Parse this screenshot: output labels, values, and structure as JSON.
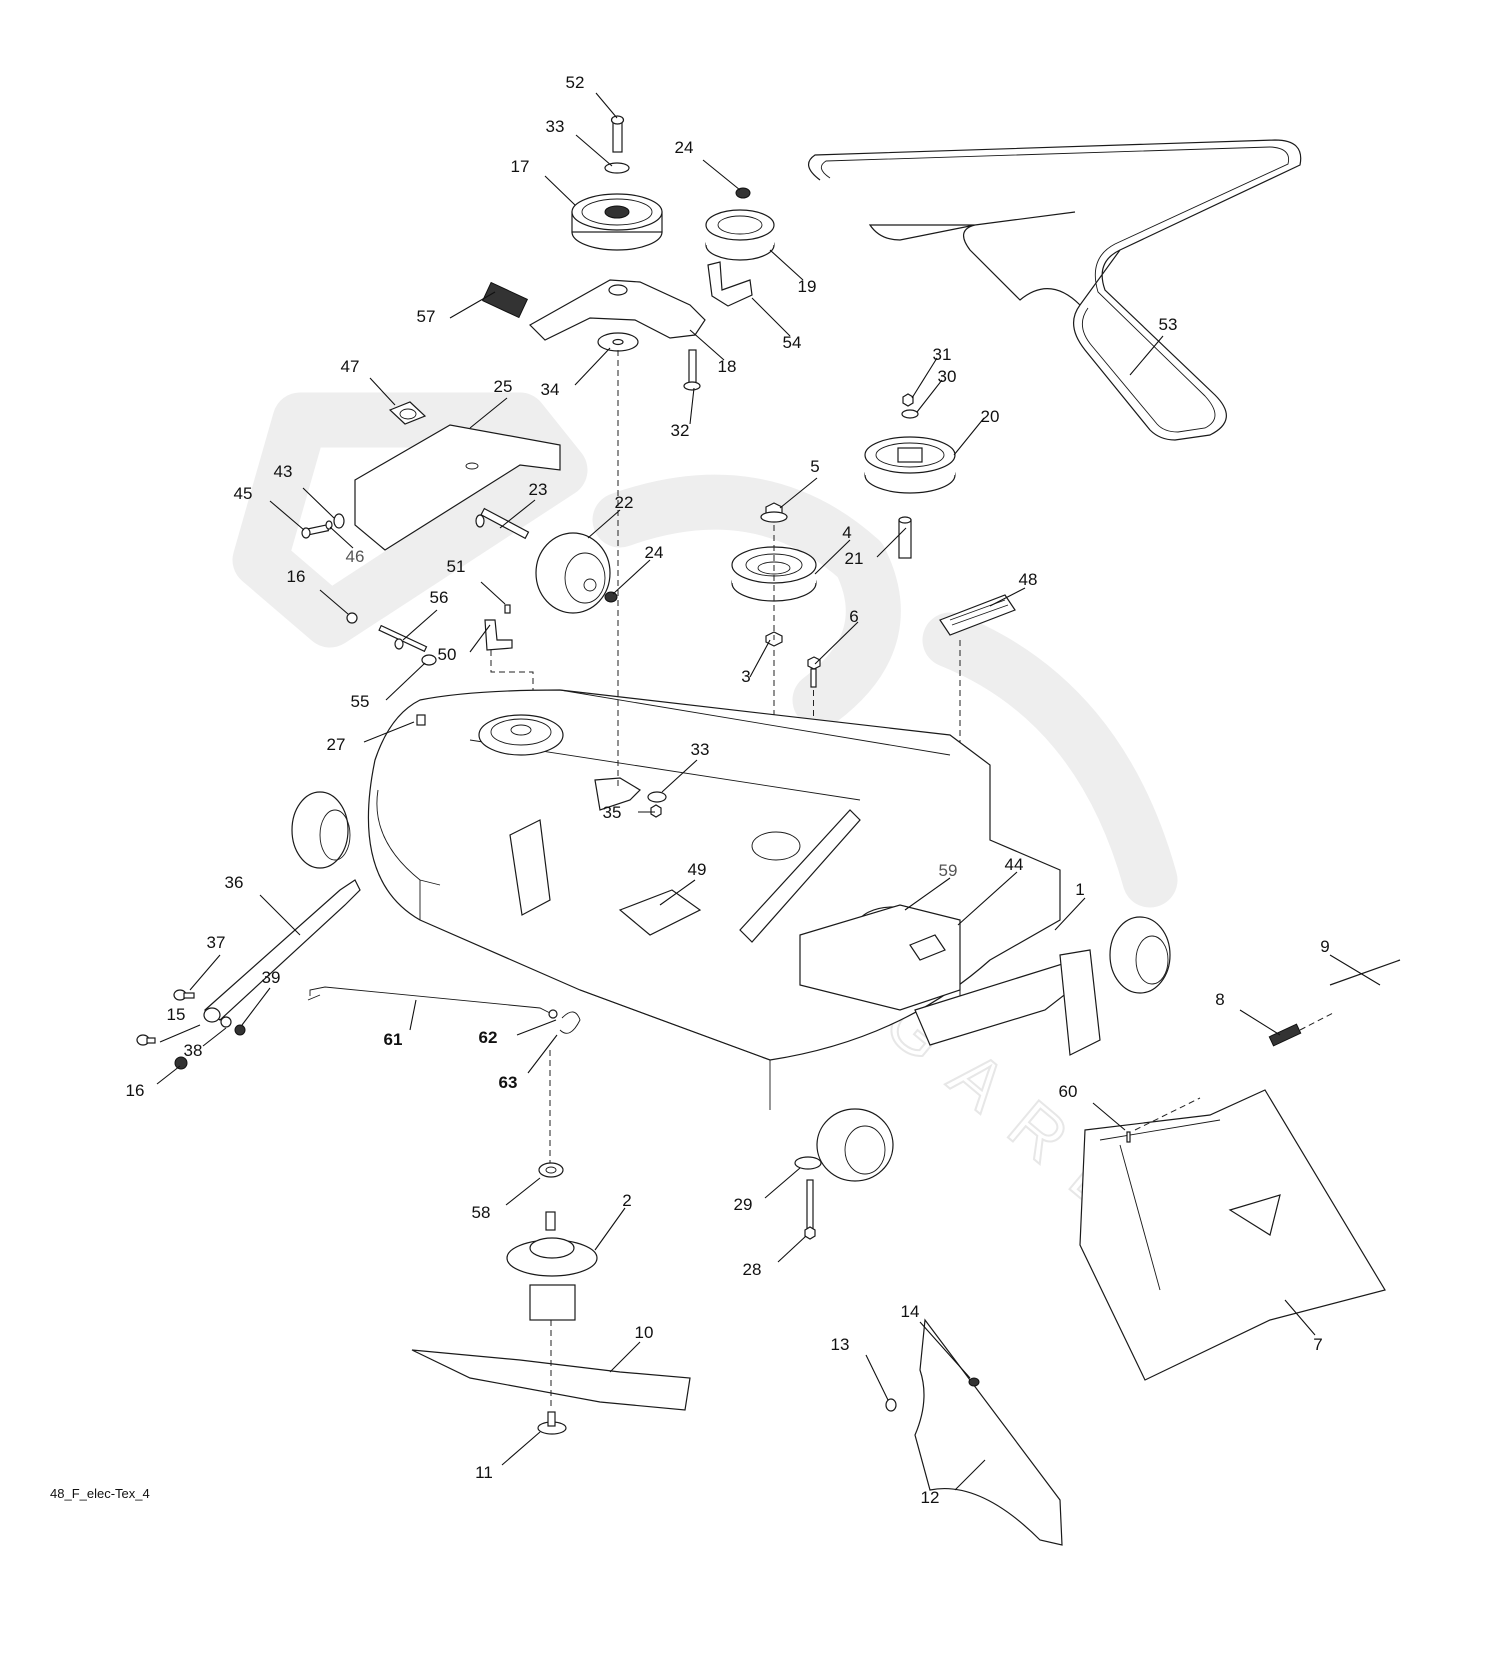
{
  "diagram": {
    "type": "exploded-parts-diagram",
    "subject": "mower deck assembly",
    "footer_code": "48_F_elec-Tex_4",
    "watermark_text": "GARDEN",
    "callouts": [
      {
        "id": "c1",
        "label": "1"
      },
      {
        "id": "c2",
        "label": "2"
      },
      {
        "id": "c3",
        "label": "3"
      },
      {
        "id": "c4",
        "label": "4"
      },
      {
        "id": "c5",
        "label": "5"
      },
      {
        "id": "c6",
        "label": "6"
      },
      {
        "id": "c7",
        "label": "7"
      },
      {
        "id": "c8",
        "label": "8"
      },
      {
        "id": "c9",
        "label": "9"
      },
      {
        "id": "c10",
        "label": "10"
      },
      {
        "id": "c11",
        "label": "11"
      },
      {
        "id": "c12",
        "label": "12"
      },
      {
        "id": "c13",
        "label": "13"
      },
      {
        "id": "c14",
        "label": "14"
      },
      {
        "id": "c15",
        "label": "15"
      },
      {
        "id": "c16a",
        "label": "16"
      },
      {
        "id": "c16b",
        "label": "16"
      },
      {
        "id": "c17",
        "label": "17"
      },
      {
        "id": "c18",
        "label": "18"
      },
      {
        "id": "c19",
        "label": "19"
      },
      {
        "id": "c20",
        "label": "20"
      },
      {
        "id": "c21",
        "label": "21"
      },
      {
        "id": "c22",
        "label": "22"
      },
      {
        "id": "c23",
        "label": "23"
      },
      {
        "id": "c24a",
        "label": "24"
      },
      {
        "id": "c24b",
        "label": "24"
      },
      {
        "id": "c25",
        "label": "25"
      },
      {
        "id": "c27",
        "label": "27"
      },
      {
        "id": "c28",
        "label": "28"
      },
      {
        "id": "c29",
        "label": "29"
      },
      {
        "id": "c30",
        "label": "30"
      },
      {
        "id": "c31",
        "label": "31"
      },
      {
        "id": "c32",
        "label": "32"
      },
      {
        "id": "c33a",
        "label": "33"
      },
      {
        "id": "c33b",
        "label": "33"
      },
      {
        "id": "c34",
        "label": "34"
      },
      {
        "id": "c35",
        "label": "35"
      },
      {
        "id": "c36",
        "label": "36"
      },
      {
        "id": "c37",
        "label": "37"
      },
      {
        "id": "c38",
        "label": "38"
      },
      {
        "id": "c39",
        "label": "39"
      },
      {
        "id": "c43",
        "label": "43"
      },
      {
        "id": "c44",
        "label": "44"
      },
      {
        "id": "c45",
        "label": "45"
      },
      {
        "id": "c46",
        "label": "46"
      },
      {
        "id": "c47",
        "label": "47"
      },
      {
        "id": "c48",
        "label": "48"
      },
      {
        "id": "c49",
        "label": "49"
      },
      {
        "id": "c50",
        "label": "50"
      },
      {
        "id": "c51",
        "label": "51"
      },
      {
        "id": "c52",
        "label": "52"
      },
      {
        "id": "c53",
        "label": "53"
      },
      {
        "id": "c54",
        "label": "54"
      },
      {
        "id": "c55",
        "label": "55"
      },
      {
        "id": "c56",
        "label": "56"
      },
      {
        "id": "c57",
        "label": "57"
      },
      {
        "id": "c58",
        "label": "58"
      },
      {
        "id": "c59",
        "label": "59"
      },
      {
        "id": "c60",
        "label": "60"
      },
      {
        "id": "c61",
        "label": "61"
      },
      {
        "id": "c62",
        "label": "62"
      },
      {
        "id": "c63",
        "label": "63"
      }
    ]
  }
}
